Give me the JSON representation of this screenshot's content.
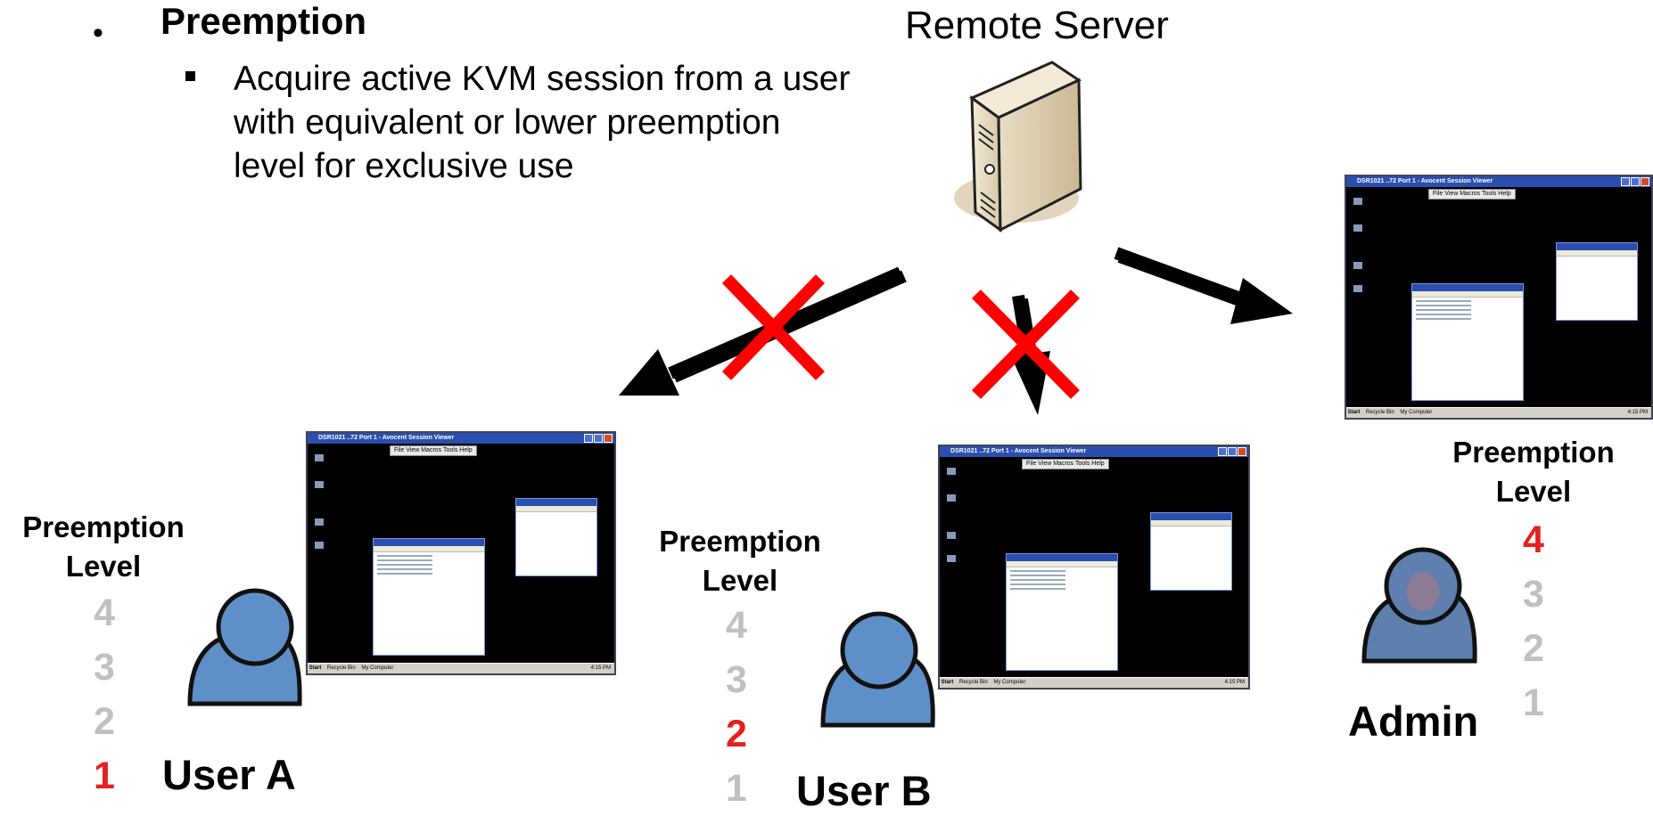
{
  "bullet": {
    "title": "Preemption",
    "text": "Acquire active KVM session from a user with equivalent or lower preemption level for exclusive use"
  },
  "server": {
    "label": "Remote Server"
  },
  "users": [
    {
      "name": "User A",
      "level_title_1": "Preemption",
      "level_title_2": "Level",
      "levels": [
        "4",
        "3",
        "2",
        "1"
      ],
      "active_level": "1"
    },
    {
      "name": "User B",
      "level_title_1": "Preemption",
      "level_title_2": "Level",
      "levels": [
        "4",
        "3",
        "2",
        "1"
      ],
      "active_level": "2"
    },
    {
      "name": "Admin",
      "level_title_1": "Preemption",
      "level_title_2": "Level",
      "levels": [
        "4",
        "3",
        "2",
        "1"
      ],
      "active_level": "4"
    }
  ],
  "screen": {
    "title": "DSR1021 ..72 Port 1 - Avocent Session Viewer",
    "menu": "File  View  Macros  Tools  Help",
    "taskbar_start": "Start",
    "taskbar_item1": "Recycle Bin",
    "taskbar_item2": "My Computer",
    "clock": "4:15 PM"
  },
  "colors": {
    "active": "#e32121",
    "inactive": "#c0c0c0",
    "cross": "#ff0000",
    "user": "#5f8fc8"
  }
}
